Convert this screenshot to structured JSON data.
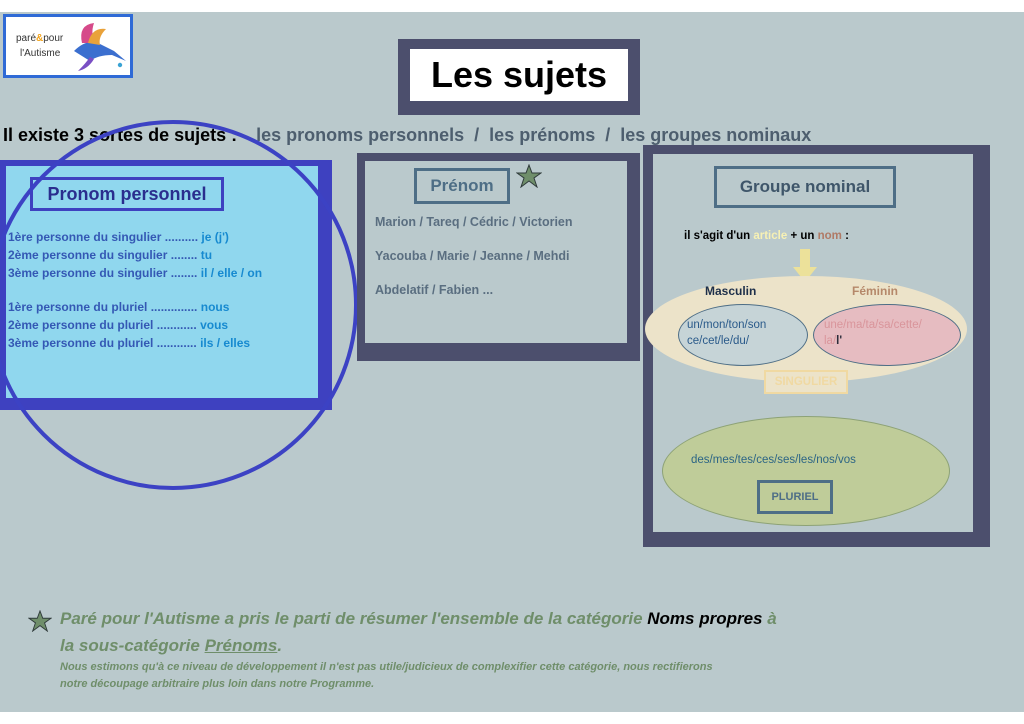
{
  "logo": {
    "text_line1_a": "paré",
    "text_line1_amp": "&",
    "text_line1_b": "pour",
    "text_line2": "l'Autisme",
    "icon": "hummingbird-icon"
  },
  "title": "Les sujets",
  "intro": {
    "lead": "Il existe 3 sortes de sujets :",
    "items": "les pronoms personnels  /  les prénoms  /  les groupes nominaux"
  },
  "pronom": {
    "heading": "Pronom personnel",
    "rows": [
      {
        "label": "1ère personne du singulier ..........",
        "pronoun": "je (j')"
      },
      {
        "label": "2ème personne du singulier ........",
        "pronoun": "tu"
      },
      {
        "label": "3ème personne du singulier ........",
        "pronoun": "il / elle / on"
      },
      {
        "label": "1ère personne du pluriel ..............",
        "pronoun": "nous"
      },
      {
        "label": "2ème personne du pluriel ............",
        "pronoun": "vous"
      },
      {
        "label": "3ème personne du pluriel ............",
        "pronoun": "ils / elles"
      }
    ]
  },
  "prenom": {
    "heading": "Prénom",
    "lines": [
      "Marion / Tareq / Cédric / Victorien",
      "Yacouba / Marie / Jeanne / Mehdi",
      "Abdelatif / Fabien ..."
    ]
  },
  "groupe": {
    "heading": "Groupe nominal",
    "desc_a": "il s'agit d'un ",
    "desc_article": "article",
    "desc_b": " + un ",
    "desc_nom": "nom",
    "desc_c": " :",
    "masculin_label": "Masculin",
    "feminin_label": "Féminin",
    "masculin_line1": "un/mon/ton/son",
    "masculin_line2": "ce/cet/le/du/",
    "feminin_line1": "une/ma/ta/sa/cette/",
    "feminin_line2a": "la/",
    "feminin_line2b": "l'",
    "singulier_label": "SINGULIER",
    "pluriel_text": "des/mes/tes/ces/ses/les/nos/vos",
    "pluriel_label": "PLURIEL"
  },
  "note": {
    "line1_a": "Paré pour l'Autisme a pris le parti de résumer l'ensemble de la catégorie ",
    "line1_b": "Noms propres",
    "line1_c": " à",
    "line2_a": "la sous-catégorie ",
    "line2_b": "Prénoms",
    "line2_c": ".",
    "small1": "Nous estimons qu'à ce niveau de développement il n'est pas utile/judicieux de complexifier cette catégorie, nous rectifierons",
    "small2": "notre découpage arbitraire plus loin dans notre Programme."
  },
  "colors": {
    "dark_frame": "#4c4f6d",
    "blue_frame": "#3e41c0",
    "light_blue": "#90d7ee",
    "background": "#bac9cc"
  }
}
